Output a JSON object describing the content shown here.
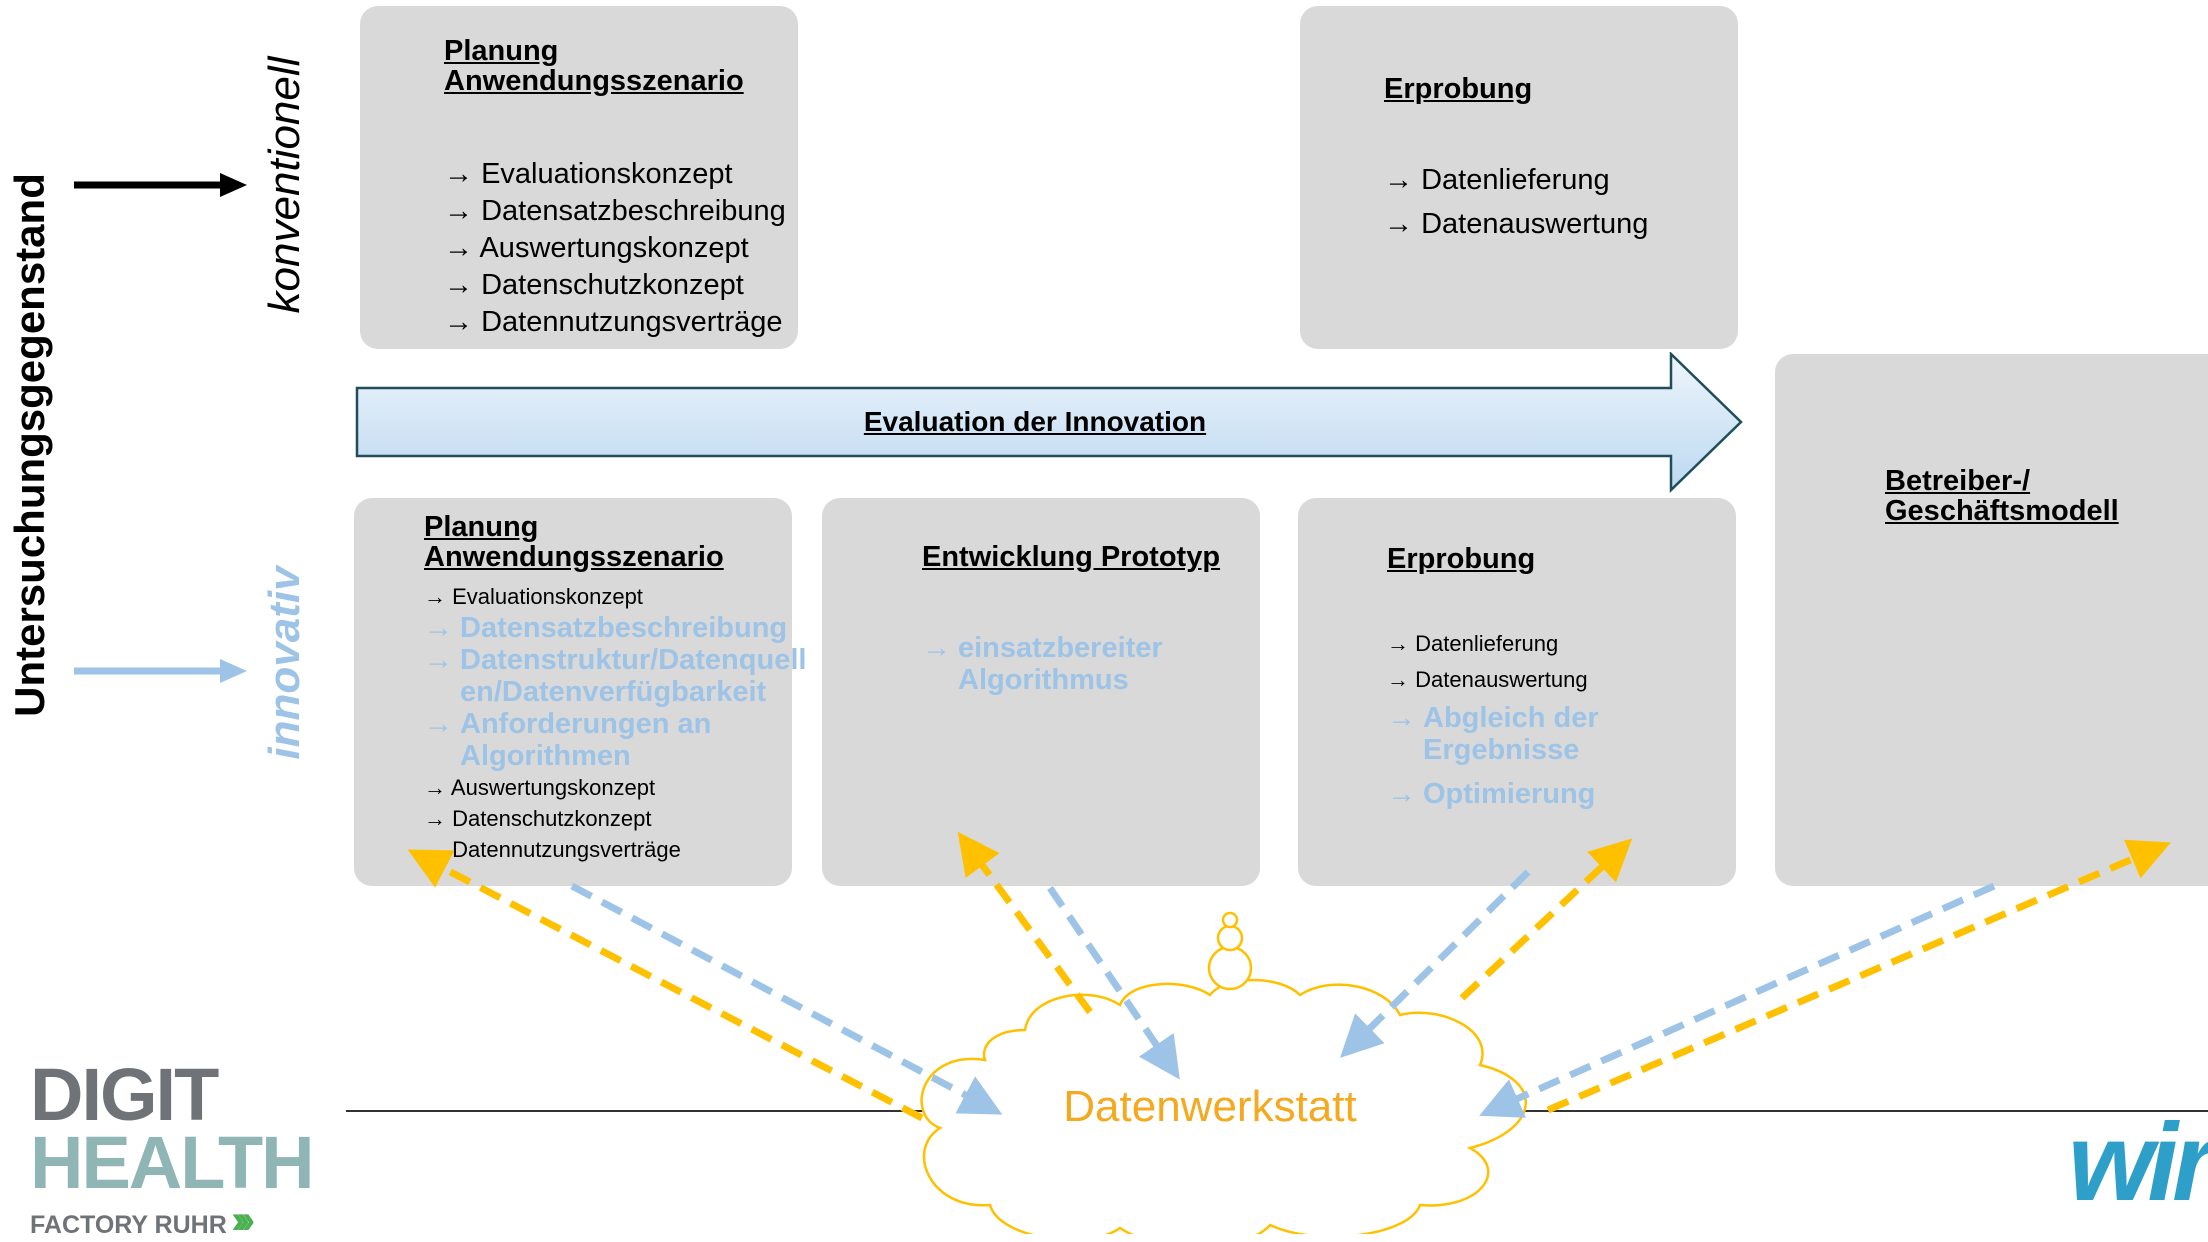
{
  "side_label": "Untersuchungsgegenstand",
  "row_labels": {
    "conventional": "konventionell",
    "innovative": "innovativ"
  },
  "colors": {
    "box": "#d9d9d9",
    "accent_blue": "#9dc3e6",
    "data_orange": "#ffc000",
    "cloud_text": "#f4a91f",
    "arrow_border": "#1f4e5a"
  },
  "conventional": {
    "planning": {
      "title": [
        "Planung",
        "Anwendungsszenario"
      ],
      "items": [
        {
          "text": "Evaluationskonzept"
        },
        {
          "text": "Datensatzbeschreibung"
        },
        {
          "text": "Auswertungskonzept"
        },
        {
          "text": "Datenschutzkonzept"
        },
        {
          "text": "Datennutzungsverträge"
        }
      ]
    },
    "testing": {
      "title": "Erprobung",
      "items": [
        {
          "text": "Datenlieferung"
        },
        {
          "text": "Datenauswertung"
        }
      ]
    }
  },
  "evaluation_arrow": {
    "label": "Evaluation der Innovation"
  },
  "innovative": {
    "planning": {
      "title": [
        "Planung",
        "Anwendungsszenario"
      ],
      "items": [
        {
          "text": "Evaluationskonzept",
          "highlight": false
        },
        {
          "text": "Datensatzbeschreibung",
          "highlight": true
        },
        {
          "text": "Datenstruktur/Datenquell\nen/Datenverfügbarkeit",
          "highlight": true
        },
        {
          "text": "Anforderungen an\nAlgorithmen",
          "highlight": true
        },
        {
          "text": "Auswertungskonzept",
          "highlight": false
        },
        {
          "text": "Datenschutzkonzept",
          "highlight": false
        },
        {
          "text": "Datennutzungsverträge",
          "highlight": false
        }
      ]
    },
    "prototype": {
      "title": "Entwicklung Prototyp",
      "items": [
        {
          "text": "einsatzbereiter\nAlgorithmus",
          "highlight": true
        }
      ]
    },
    "testing": {
      "title": "Erprobung",
      "items": [
        {
          "text": "Datenlieferung",
          "highlight": false
        },
        {
          "text": "Datenauswertung",
          "highlight": false
        },
        {
          "text": "Abgleich der\nErgebnisse",
          "highlight": true
        },
        {
          "text": "Optimierung",
          "highlight": true
        }
      ]
    }
  },
  "business_model": {
    "title": [
      "Betreiber-/",
      "Geschäftsmodell"
    ]
  },
  "cloud": {
    "label": "Datenwerkstatt"
  },
  "arrow_glyph": "→",
  "logo": {
    "line1": "DIGIT",
    "line2": "HEALTH",
    "line3": "FACTORY RUHR",
    "chevrons": "›››"
  },
  "partner_logo": {
    "text": "wir"
  }
}
